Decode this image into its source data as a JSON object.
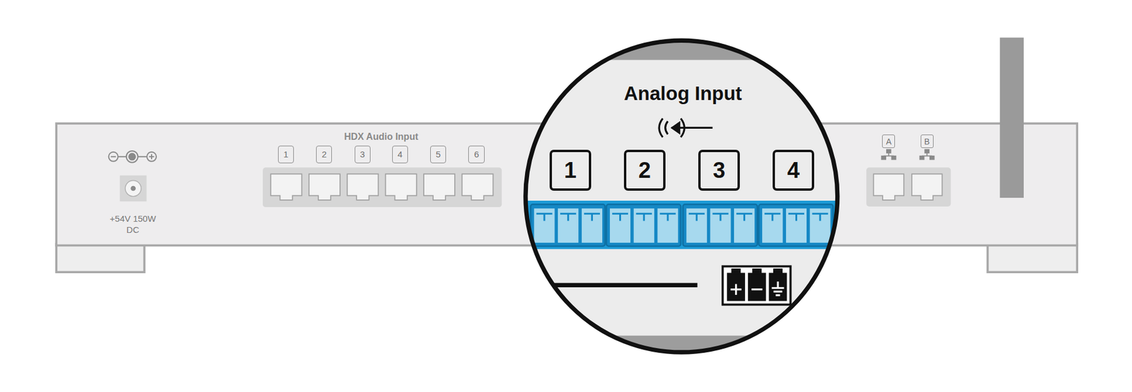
{
  "diagram": {
    "nodes": [
      {
        "text": [
          "1"
        ]
      },
      {
        "text": [
          "2"
        ]
      },
      {
        "text": [
          "3"
        ]
      },
      {
        "text": [
          "4"
        ]
      },
      {
        "text": [
          "5"
        ]
      },
      {
        "text": [
          "6"
        ]
      },
      {
        "text": [
          "1"
        ]
      },
      {
        "text": [
          "2"
        ]
      },
      {
        "text": [
          "3"
        ]
      },
      {
        "text": [
          "4"
        ]
      },
      {
        "text": [
          "A"
        ]
      },
      {
        "text": [
          "B"
        ]
      }
    ],
    "labels": [
      "+54V 150W DC",
      "HDX Audio Input",
      "Analog Input"
    ]
  }
}
